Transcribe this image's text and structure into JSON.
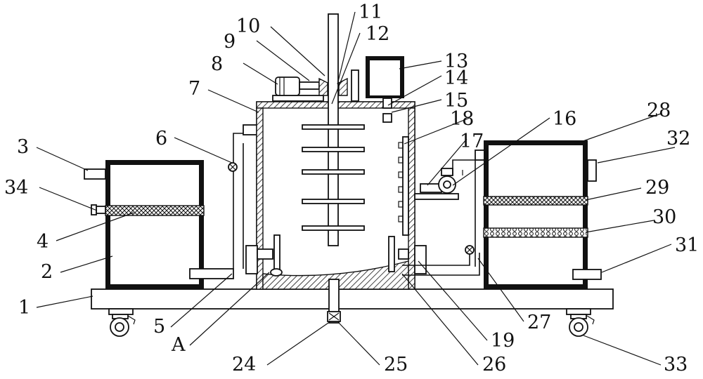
{
  "labels": {
    "l1": "1",
    "l2": "2",
    "l3": "3",
    "l4": "4",
    "l5": "5",
    "l6": "6",
    "l7": "7",
    "l8": "8",
    "l9": "9",
    "l10": "10",
    "l11": "11",
    "l12": "12",
    "l13": "13",
    "l14": "14",
    "l15": "15",
    "l16": "16",
    "l17": "17",
    "l18": "18",
    "l19": "19",
    "l24": "24",
    "l25": "25",
    "l26": "26",
    "l27": "27",
    "l28": "28",
    "l29": "29",
    "l30": "30",
    "l31": "31",
    "l32": "32",
    "l33": "33",
    "l34": "34",
    "lA": "A"
  },
  "colors": {
    "line": "#111111",
    "background": "#ffffff"
  }
}
